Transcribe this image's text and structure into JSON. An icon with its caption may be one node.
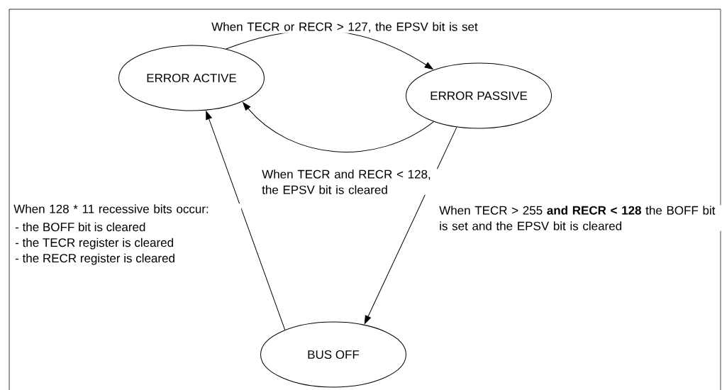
{
  "diagram": {
    "nodes": [
      {
        "text": [
          "ERROR ACTIVE"
        ]
      },
      {
        "text": [
          "ERROR PASSIVE"
        ]
      },
      {
        "text": [
          "BUS OFF"
        ]
      }
    ],
    "edges": [
      {
        "from": 0,
        "to": 1,
        "arrow": "to",
        "label": "When TECR or RECR > 127, the EPSV bit is set"
      },
      {
        "from": 1,
        "to": 0,
        "arrow": "to",
        "label": "When TECR and RECR < 128, the EPSV bit is cleared"
      },
      {
        "from": 1,
        "to": 2,
        "arrow": "to",
        "label": "When TECR > 255 **and RECR < 128** the BOFF bit is set and the EPSV bit is cleared"
      },
      {
        "from": 2,
        "to": 0,
        "arrow": "to",
        "label": "When 128 * 11 recessive bits occur:"
      }
    ],
    "labels": [
      "- the BOFF bit is cleared",
      "- the TECR register is cleared",
      "- the RECR register is cleared"
    ]
  }
}
